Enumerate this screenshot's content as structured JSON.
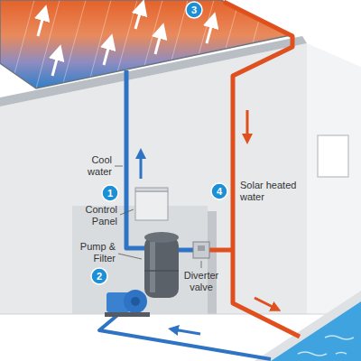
{
  "diagram": {
    "labels": [
      "3",
      "Cool water",
      "1",
      "Control Panel",
      "4",
      "Solar heated water",
      "Pump & Filter",
      "2",
      "Diverter valve"
    ]
  }
}
